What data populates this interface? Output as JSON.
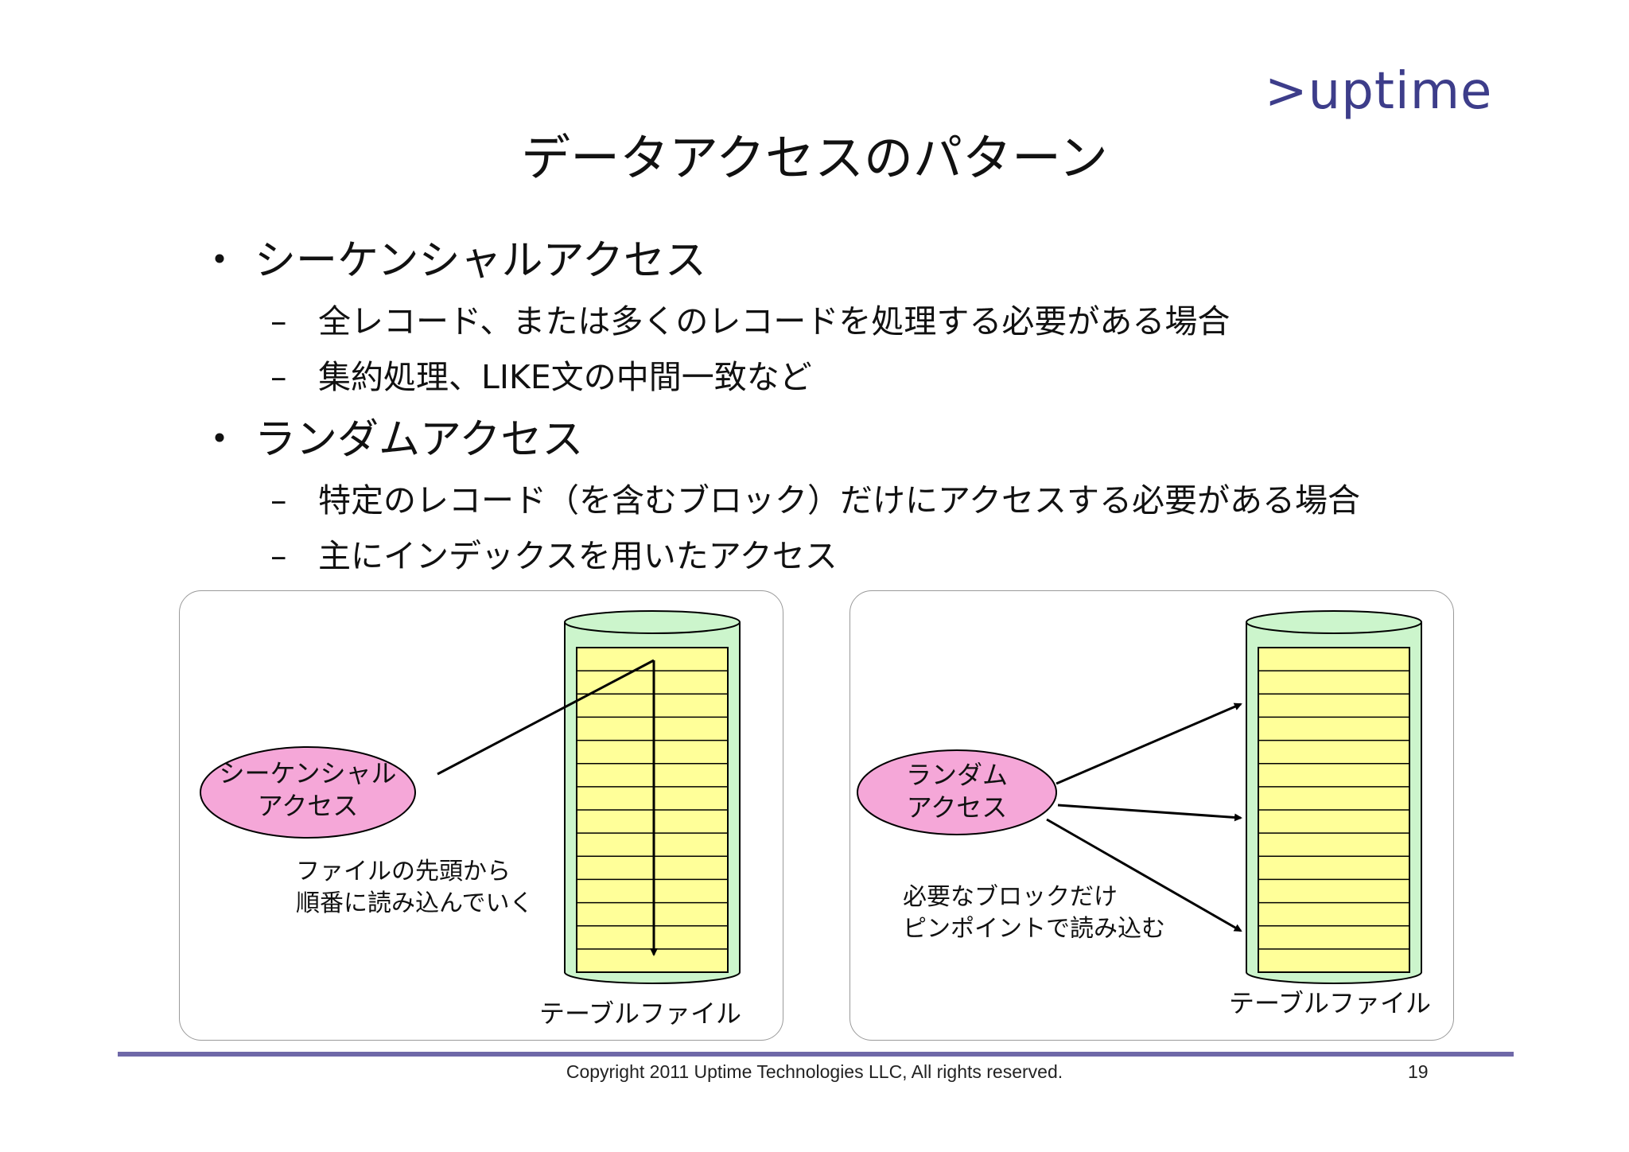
{
  "logo": ">uptime",
  "title": "データアクセスのパターン",
  "bullets": [
    {
      "marker": "・",
      "text": "シーケンシャルアクセス",
      "subs": [
        {
          "marker": "–",
          "text": "全レコード、または多くのレコードを処理する必要がある場合"
        },
        {
          "marker": "–",
          "text": "集約処理、LIKE文の中間一致など"
        }
      ]
    },
    {
      "marker": "・",
      "text": "ランダムアクセス",
      "subs": [
        {
          "marker": "–",
          "text": "特定のレコード（を含むブロック）だけにアクセスする必要がある場合"
        },
        {
          "marker": "–",
          "text": "主にインデックスを用いたアクセス"
        }
      ]
    }
  ],
  "left_diagram": {
    "ellipse_lines": [
      "シーケンシャル",
      "アクセス"
    ],
    "note_lines": [
      "ファイルの先頭から",
      "順番に読み込んでいく"
    ],
    "table_label": "テーブルファイル"
  },
  "right_diagram": {
    "ellipse_lines": [
      "ランダム",
      "アクセス"
    ],
    "note_lines": [
      "必要なブロックだけ",
      "ピンポイントで読み込む"
    ],
    "table_label": "テーブルファイル"
  },
  "colors": {
    "cylinder_fill": "#ccf5cc",
    "rows_fill": "#ffff99",
    "ellipse_fill": "#f5a7d8",
    "logo": "#3d3d8a",
    "footer_rule": "#6f68a8"
  },
  "footer": {
    "copyright": "Copyright 2011 Uptime Technologies LLC, All rights reserved.",
    "page": "19"
  }
}
